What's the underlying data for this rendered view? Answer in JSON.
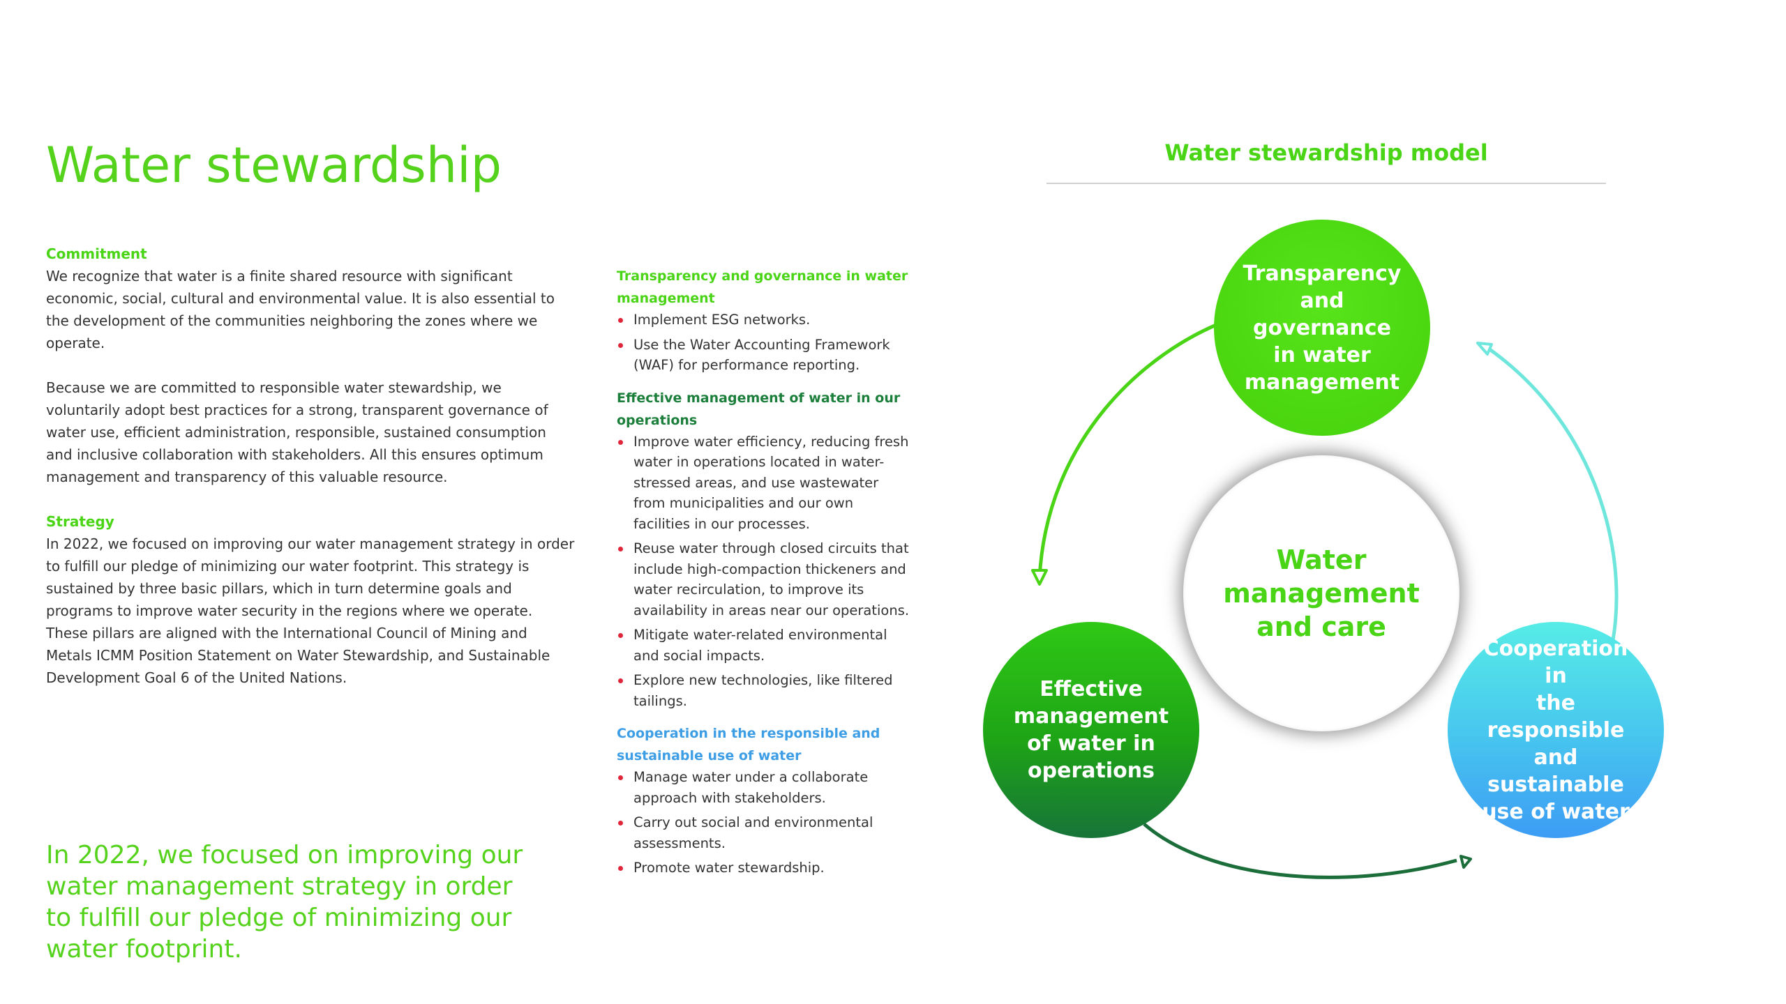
{
  "page": {
    "title": "Water stewardship"
  },
  "left": {
    "commitment_heading": "Commitment",
    "commitment_p1": "We recognize that water is a finite shared resource with significant economic, social, cultural and environmental value. It is also essential to the development of the communities neighboring the zones where we operate.",
    "commitment_p2": "Because we are committed to responsible water stewardship, we voluntarily adopt best practices for a strong, transparent governance of water use, efficient administration, responsible, sustained consumption and inclusive collaboration with stakeholders. All this ensures optimum management and transparency of this valuable resource.",
    "strategy_heading": "Strategy",
    "strategy_p1": "In 2022, we focused on improving our water management strategy in order to fulfill our pledge of minimizing our water footprint. This strategy is sustained by three basic pillars, which in turn determine goals and programs to improve water security in the regions where we operate. These pillars are aligned with the International Council of Mining and Metals ICMM Position Statement on Water Stewardship, and Sustainable Development Goal 6 of the United Nations.",
    "quote": "In 2022, we focused on improving our water management strategy in order to fulfill our pledge of minimizing our water footprint."
  },
  "middle": {
    "sections": [
      {
        "heading": "Transparency and governance in water management",
        "color": "#4ad416",
        "items": [
          "Implement ESG networks.",
          "Use the Water Accounting Framework (WAF) for performance reporting."
        ]
      },
      {
        "heading": "Effective management of water in our operations",
        "color": "#1b7e3a",
        "items": [
          "Improve water efficiency, reducing fresh water in operations located in water-stressed areas, and use wastewater from municipalities and our own facilities in our processes.",
          "Reuse water through closed circuits that include high-compaction thickeners and water recirculation, to improve its availability in areas near our operations.",
          "Mitigate water-related environmental and social impacts.",
          "Explore new technologies, like filtered tailings."
        ]
      },
      {
        "heading": "Cooperation in the responsible and sustainable use of water",
        "color": "#3d9ee6",
        "items": [
          "Manage water under a collaborate approach with stakeholders.",
          "Carry out social and environmental assessments.",
          "Promote water stewardship."
        ]
      }
    ],
    "bullet_color": "#e0263a"
  },
  "model": {
    "title": "Water stewardship model",
    "center": [
      "Water",
      "management",
      "and care"
    ],
    "top": [
      "Transparency",
      "and governance",
      "in water",
      "management"
    ],
    "left": [
      "Effective",
      "management",
      "of water in",
      "operations"
    ],
    "right": [
      "Cooperation in",
      "the responsible",
      "and sustainable",
      "use of water"
    ],
    "colors": {
      "lime": "#4ad416",
      "dark_green": "#1b6e3a",
      "cyan": "#5ee8e0",
      "blue": "#3c9cf4"
    }
  }
}
